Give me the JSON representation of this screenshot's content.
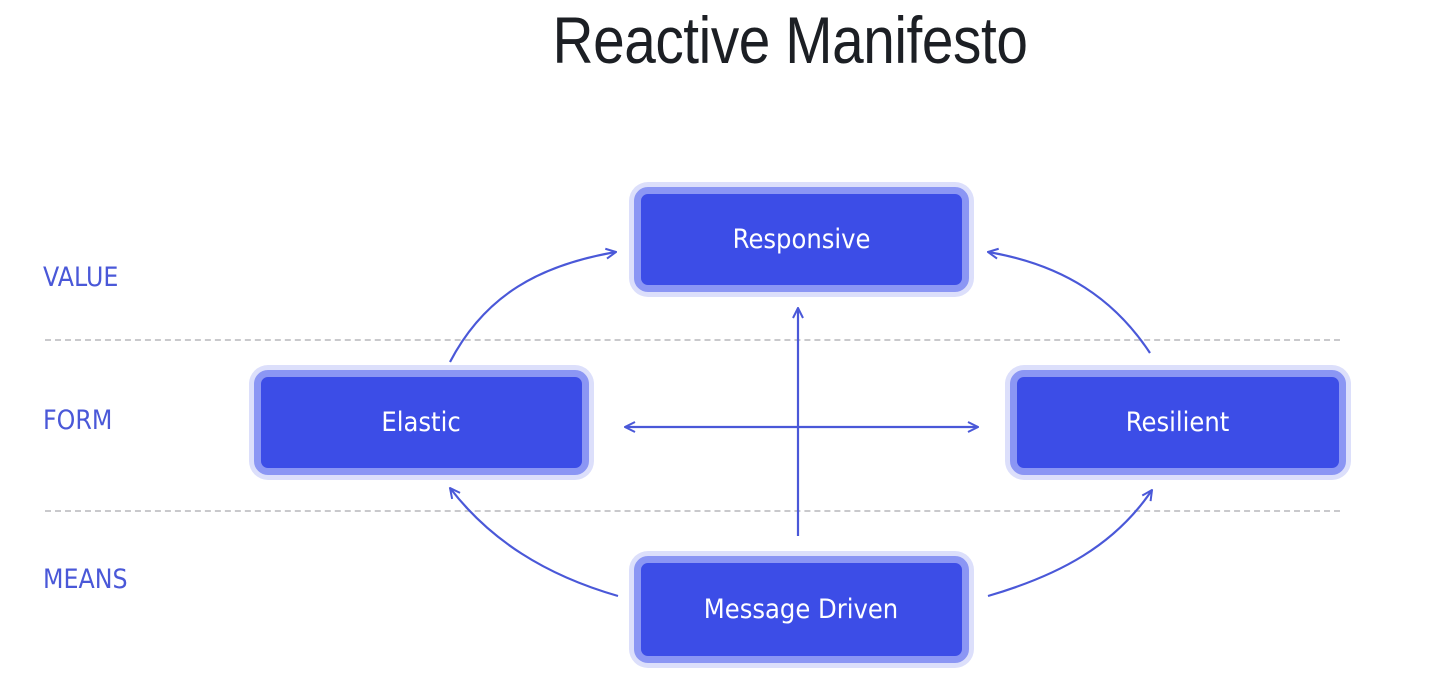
{
  "title": "Reactive Manifesto",
  "layers": {
    "value": "VALUE",
    "form": "FORM",
    "means": "MEANS"
  },
  "nodes": {
    "responsive": "Responsive",
    "elastic": "Elastic",
    "resilient": "Resilient",
    "message_driven": "Message Driven"
  },
  "colors": {
    "node_fill": "#3c4de7",
    "node_border": "#8b96f4",
    "arrow": "#4a58d8",
    "label": "#4a58d8",
    "divider": "#c9c9cc"
  }
}
